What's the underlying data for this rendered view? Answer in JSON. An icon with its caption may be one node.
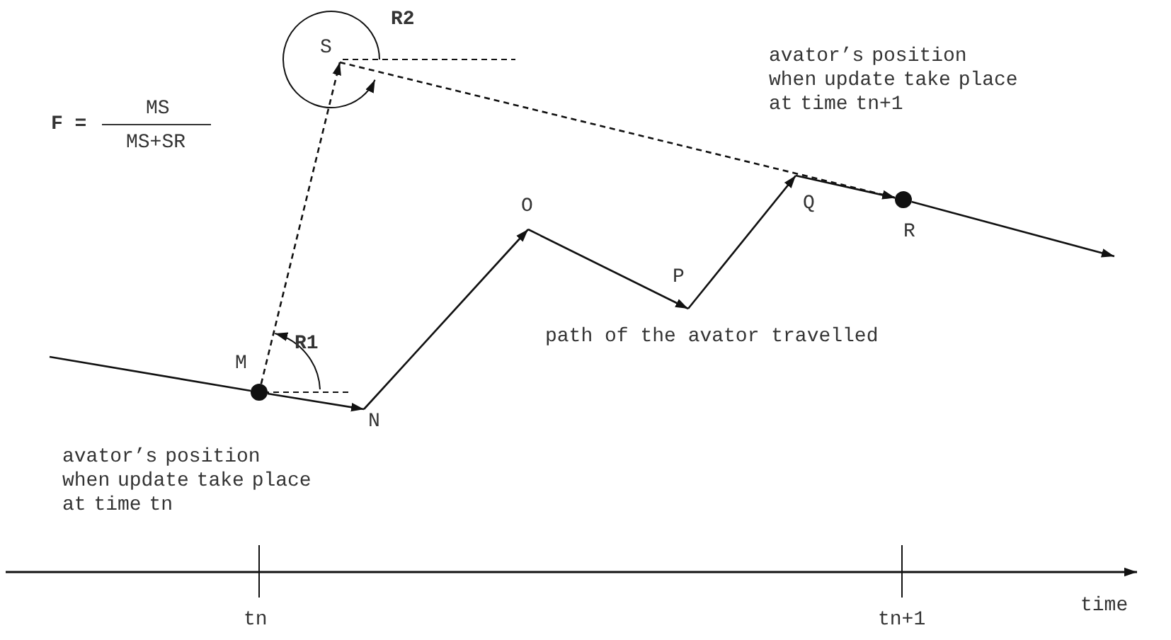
{
  "diagram": {
    "nodes": [
      {
        "text": [
          "S"
        ]
      },
      {
        "text": [
          "O"
        ]
      },
      {
        "text": [
          "Q"
        ]
      },
      {
        "text": [
          "R"
        ]
      },
      {
        "text": [
          "P"
        ]
      },
      {
        "text": [
          "M"
        ]
      },
      {
        "text": [
          "N"
        ]
      }
    ],
    "edges": [
      {
        "from": null,
        "to": 5,
        "arrow": "none"
      },
      {
        "from": 5,
        "to": 6,
        "arrow": "to"
      },
      {
        "from": 6,
        "to": 1,
        "arrow": "to"
      },
      {
        "from": 1,
        "to": 4,
        "arrow": "to"
      },
      {
        "from": 4,
        "to": 2,
        "arrow": "to"
      },
      {
        "from": 2,
        "to": 3,
        "arrow": "to"
      },
      {
        "from": 3,
        "to": null,
        "arrow": "to"
      },
      {
        "from": 5,
        "to": 0,
        "arrow": "to",
        "style": "dashed"
      },
      {
        "from": 0,
        "to": 3,
        "arrow": "to",
        "style": "dashed"
      }
    ],
    "labels": [
      "R2",
      "avator’s position when update take place at time tn+1",
      "MS",
      "F =",
      "MS+SR",
      "R1",
      "path of the avator travelled",
      "avator’s position when update take place at time tn",
      "time",
      "tn",
      "tn+1"
    ]
  }
}
